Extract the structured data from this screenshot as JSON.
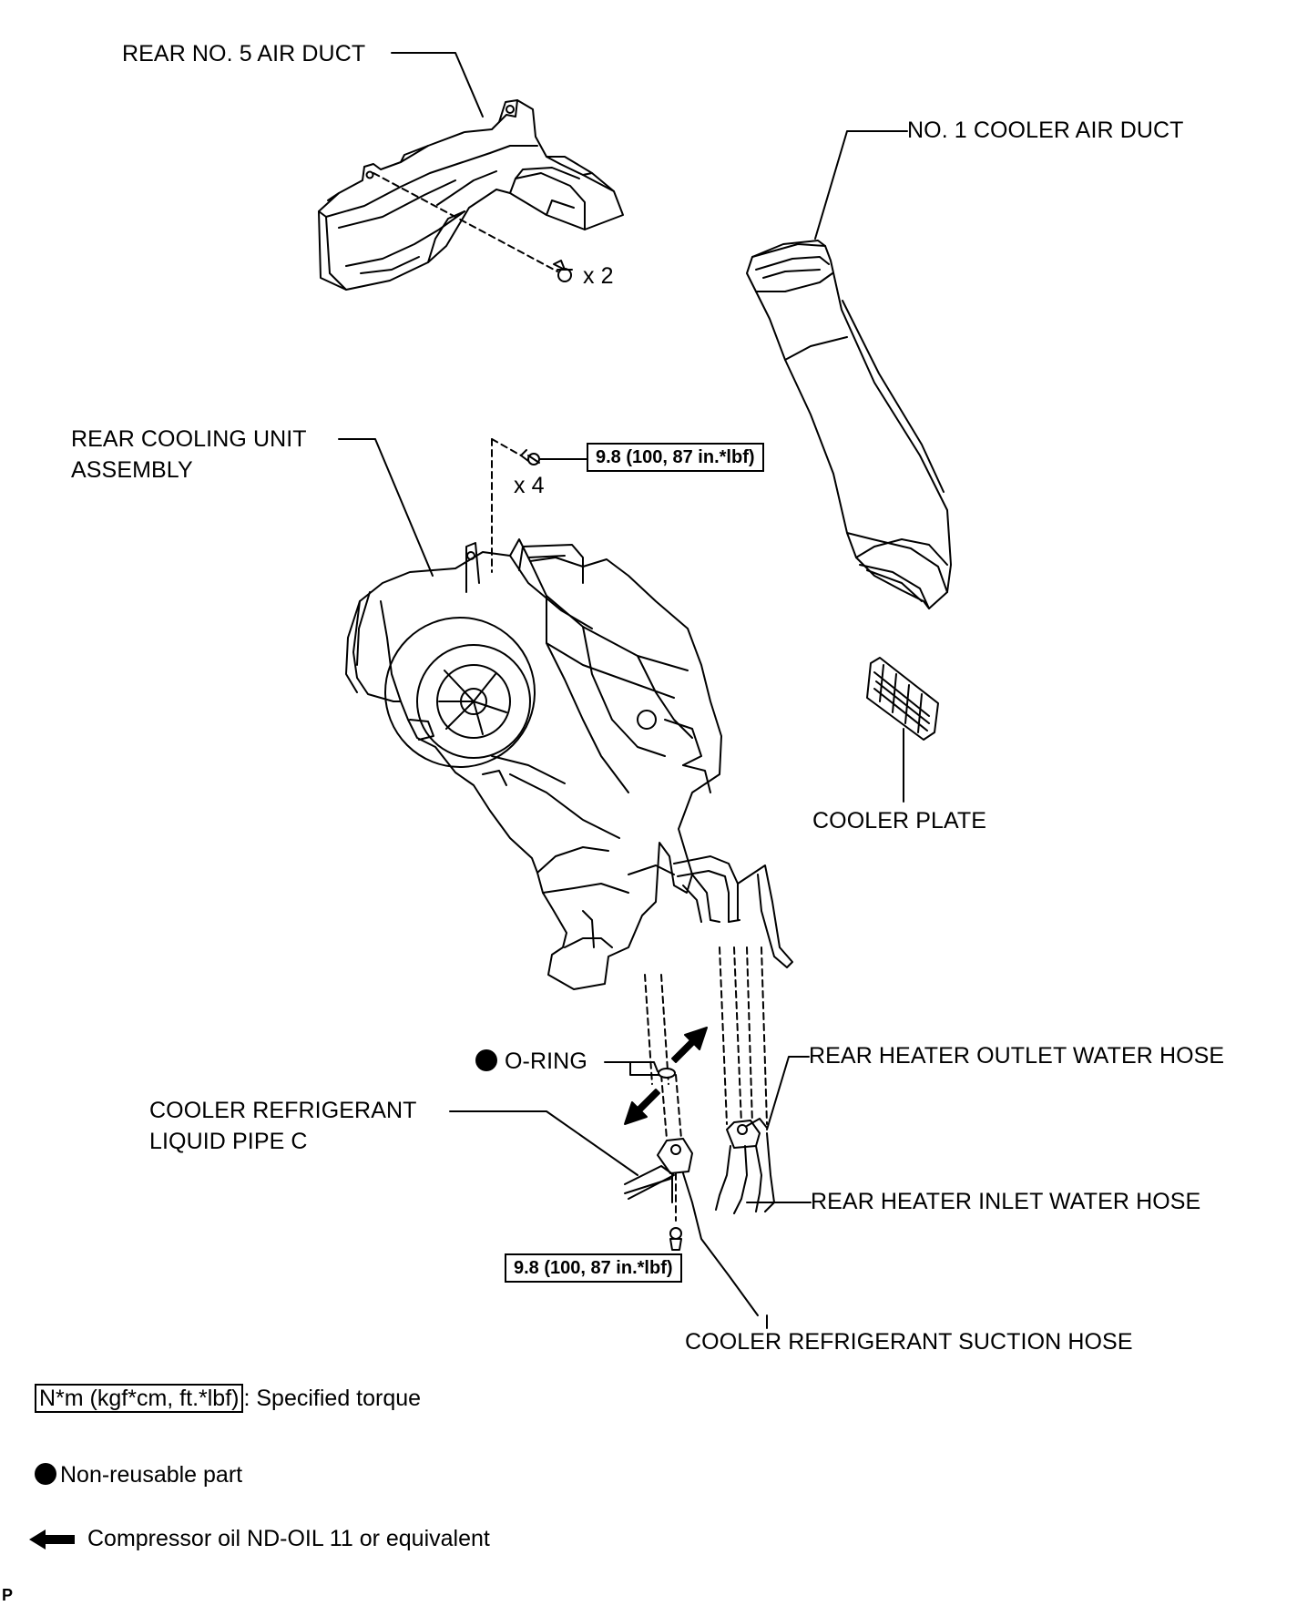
{
  "labels": {
    "rear_no5_air_duct": "REAR NO. 5 AIR DUCT",
    "no1_cooler_air_duct": "NO. 1 COOLER AIR DUCT",
    "qty_clips": "x 2",
    "rear_cooling_unit_line1": "REAR COOLING UNIT",
    "rear_cooling_unit_line2": "ASSEMBLY",
    "qty_bolts": "x 4",
    "cooler_plate": "COOLER PLATE",
    "o_ring": "O-RING",
    "rear_heater_outlet_hose": "REAR HEATER OUTLET WATER HOSE",
    "liquid_pipe_line1": "COOLER REFRIGERANT",
    "liquid_pipe_line2": "LIQUID PIPE C",
    "rear_heater_inlet_hose": "REAR HEATER INLET WATER HOSE",
    "suction_hose": "COOLER REFRIGERANT SUCTION HOSE"
  },
  "torque": {
    "upper": "9.8 (100, 87 in.*lbf)",
    "lower": "9.8 (100, 87 in.*lbf)"
  },
  "legend": {
    "torque_unit": "N*m (kgf*cm, ft.*lbf)",
    "torque_desc": ": Specified torque",
    "non_reusable": "Non-reusable part",
    "compressor_oil": "Compressor oil ND-OIL 11 or equivalent"
  },
  "corner_mark": "P"
}
